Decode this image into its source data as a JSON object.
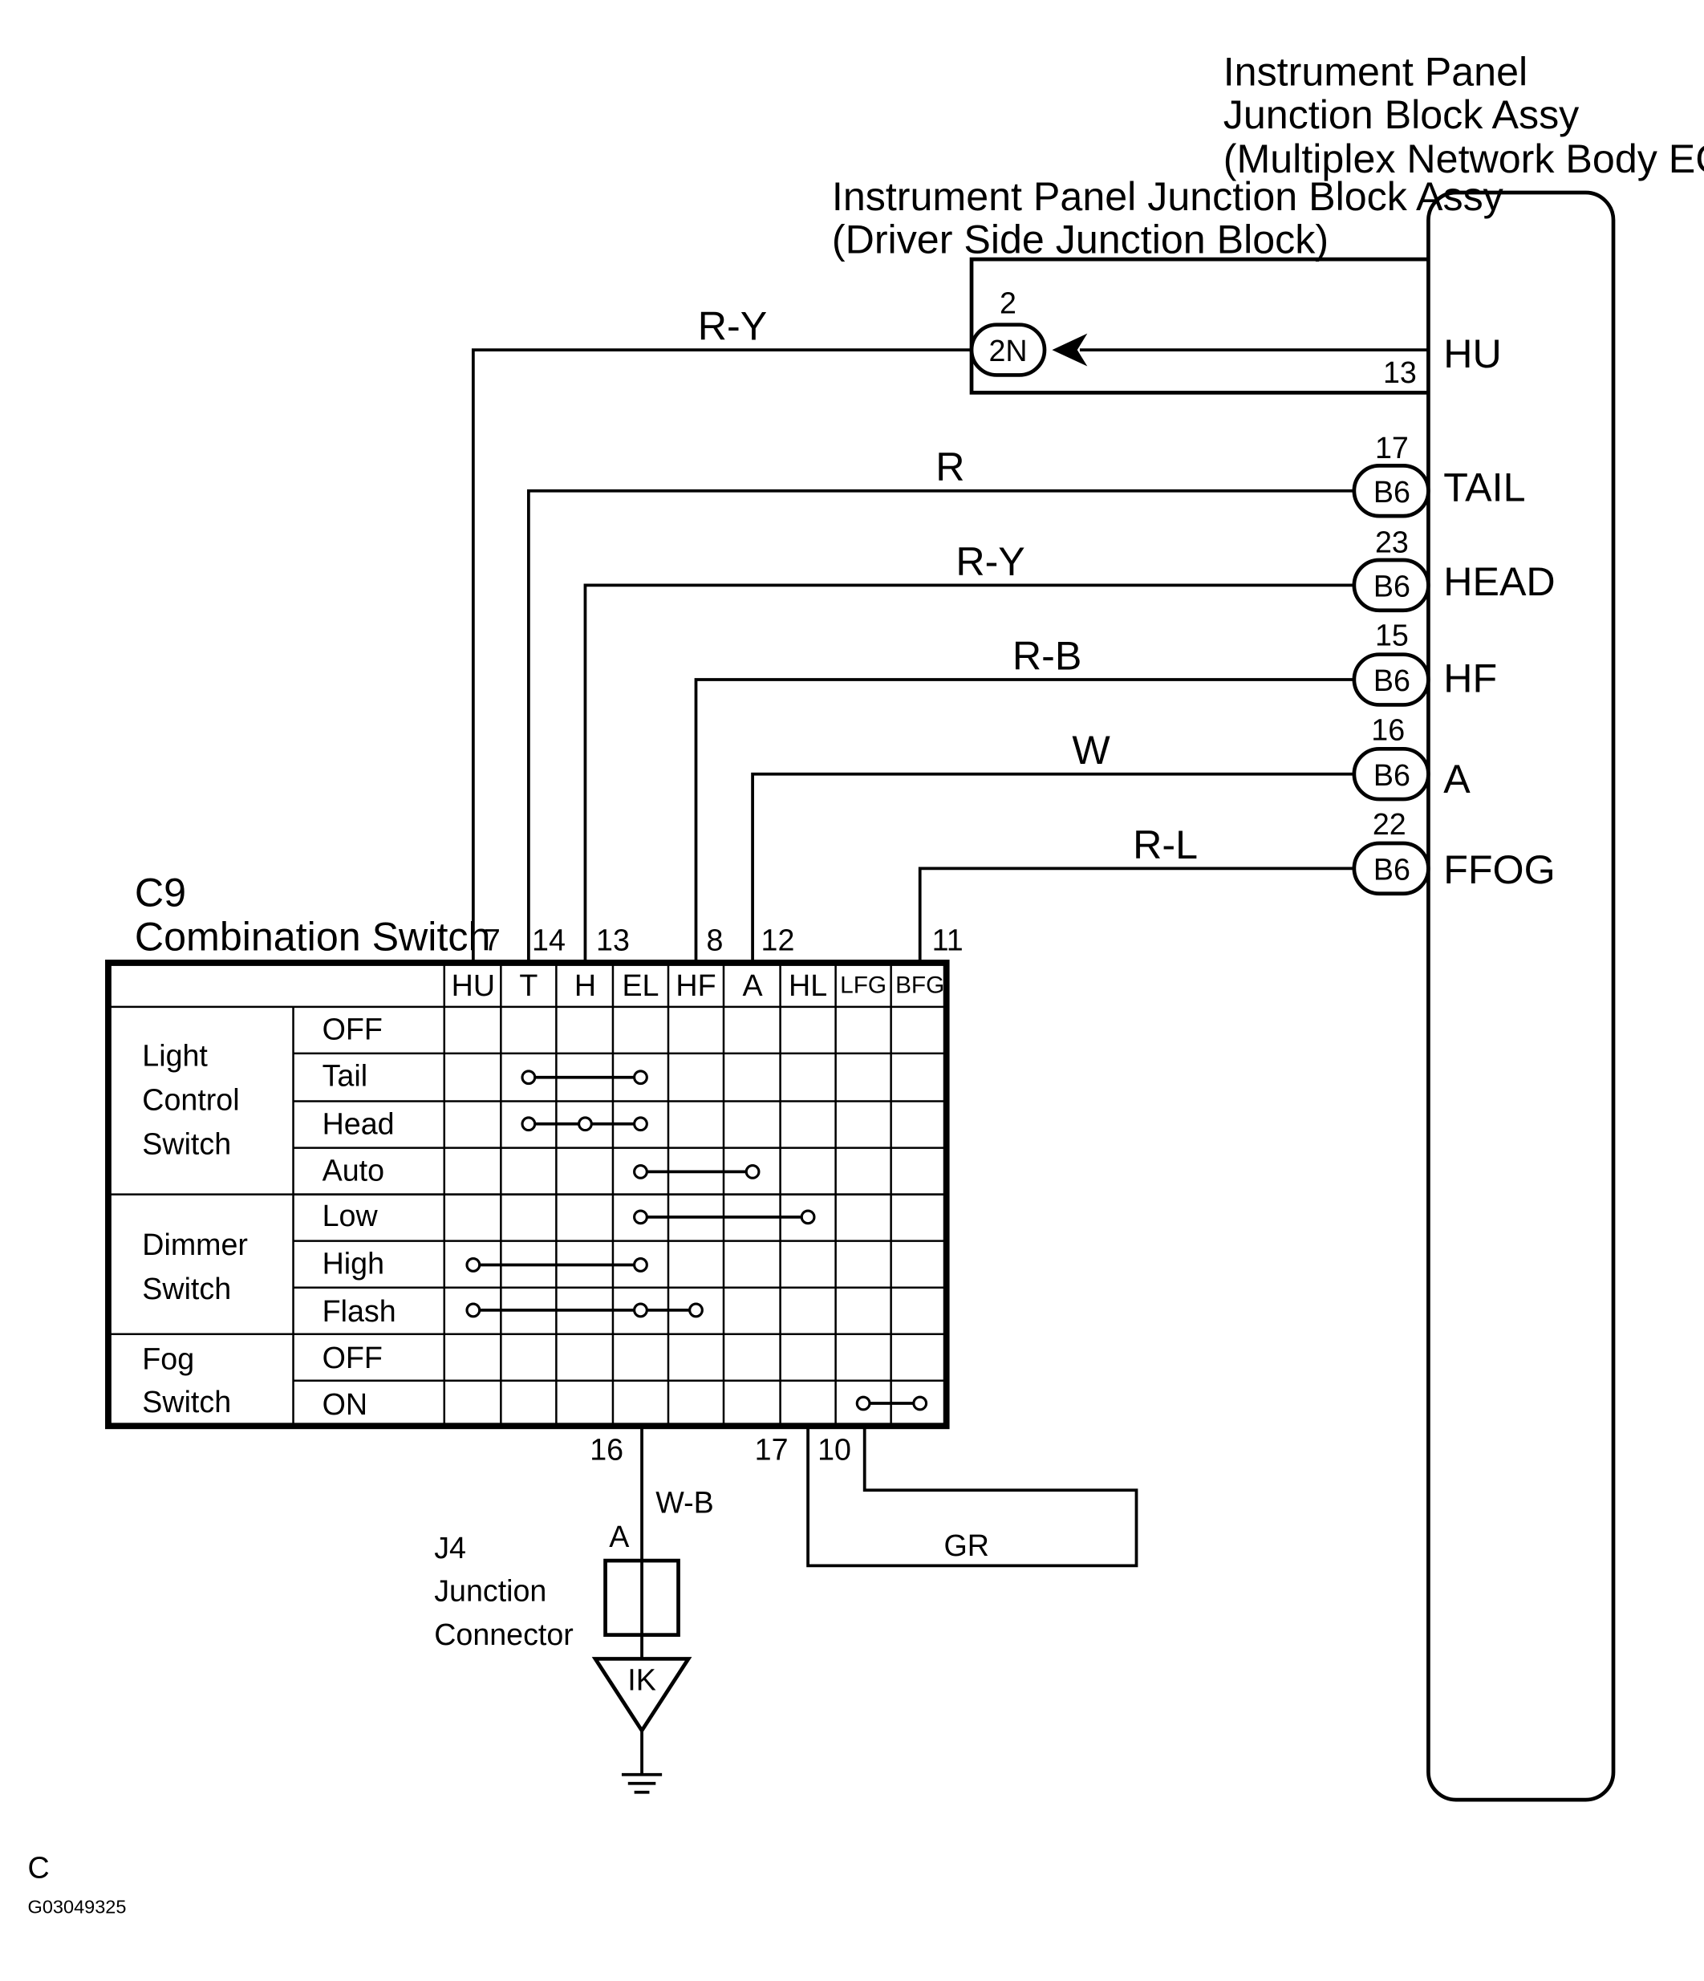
{
  "ecu_title_lines": [
    "Instrument Panel",
    "Junction Block Assy",
    "(Multiplex Network Body ECU)"
  ],
  "jb_title_lines": [
    "Instrument Panel Junction Block Assy",
    "(Driver Side Junction Block)"
  ],
  "switch_title_lines": [
    "C9",
    "Combination Switch"
  ],
  "junction_title_lines": [
    "J4",
    "Junction",
    "Connector"
  ],
  "hu_wire": {
    "color": "R-Y",
    "connector": "2N",
    "connector_pin": "2",
    "ecu_pin": "13",
    "ecu_label": "HU",
    "switch_pin": "7"
  },
  "ecu_wires": [
    {
      "color": "R",
      "connector": "B6",
      "pin": "17",
      "ecu_label": "TAIL",
      "switch_pin": "14"
    },
    {
      "color": "R-Y",
      "connector": "B6",
      "pin": "23",
      "ecu_label": "HEAD",
      "switch_pin": "13"
    },
    {
      "color": "R-B",
      "connector": "B6",
      "pin": "15",
      "ecu_label": "HF",
      "switch_pin": "8"
    },
    {
      "color": "W",
      "connector": "B6",
      "pin": "16",
      "ecu_label": "A",
      "switch_pin": "12"
    },
    {
      "color": "R-L",
      "connector": "B6",
      "pin": "22",
      "ecu_label": "FFOG",
      "switch_pin": "11"
    }
  ],
  "switch_table": {
    "columns": [
      "HU",
      "T",
      "H",
      "EL",
      "HF",
      "A",
      "HL",
      "LFG",
      "BFG"
    ],
    "groups": [
      {
        "label_lines": [
          "Light",
          "Control",
          "Switch"
        ],
        "rows": [
          "OFF",
          "Tail",
          "Head",
          "Auto"
        ]
      },
      {
        "label_lines": [
          "Dimmer",
          "Switch"
        ],
        "rows": [
          "Low",
          "High",
          "Flash"
        ]
      },
      {
        "label_lines": [
          "Fog",
          "Switch"
        ],
        "rows": [
          "OFF",
          "ON"
        ]
      }
    ],
    "connections": [
      {
        "row": "Tail",
        "columns": [
          "T",
          "EL"
        ]
      },
      {
        "row": "Head",
        "columns": [
          "T",
          "H",
          "EL"
        ]
      },
      {
        "row": "Auto",
        "columns": [
          "EL",
          "A"
        ]
      },
      {
        "row": "Low",
        "columns": [
          "EL",
          "HL"
        ]
      },
      {
        "row": "High",
        "columns": [
          "HU",
          "EL"
        ]
      },
      {
        "row": "Flash",
        "columns": [
          "HU",
          "EL",
          "HF"
        ]
      },
      {
        "row": "ON",
        "columns": [
          "LFG",
          "BFG"
        ]
      }
    ]
  },
  "bottom_pins": {
    "ground_pin": "16",
    "ground_wire": "W-B",
    "junction_pin": "A",
    "ground_point": "IK",
    "loop_pins": [
      "17",
      "10"
    ],
    "loop_wire": "GR"
  },
  "footer": {
    "letter": "C",
    "code": "G03049325"
  }
}
